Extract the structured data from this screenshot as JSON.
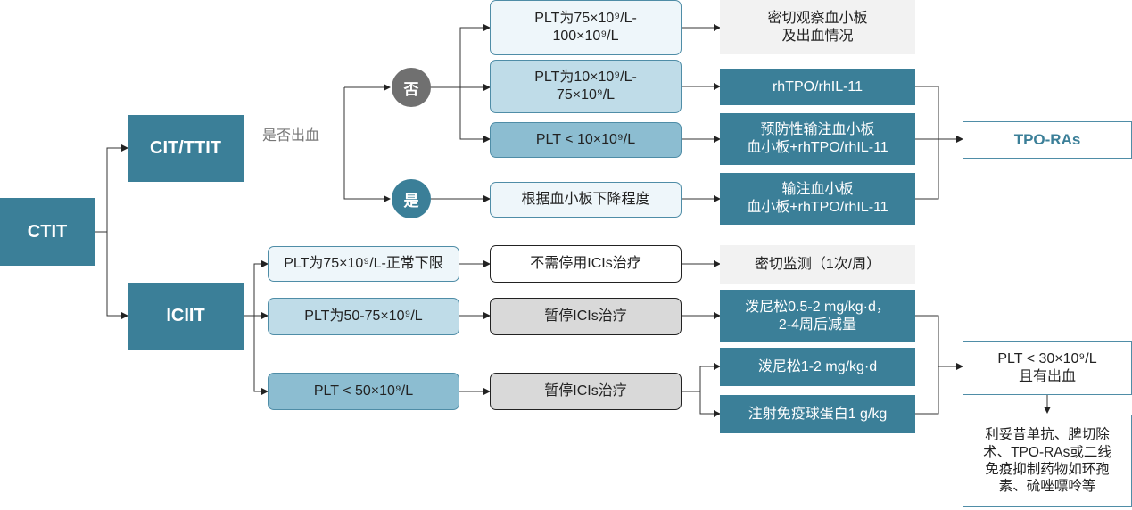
{
  "root": {
    "label": "CTIT"
  },
  "cit": {
    "label": "CIT/TTIT"
  },
  "iciit": {
    "label": "ICIIT"
  },
  "bleeding_question": "是否出血",
  "no_label": "否",
  "yes_label": "是",
  "cit_branch": {
    "plt1": {
      "l1": "PLT为75×10⁹/L-",
      "l2": "100×10⁹/L"
    },
    "plt2": {
      "l1": "PLT为10×10⁹/L-",
      "l2": "75×10⁹/L"
    },
    "plt3": "PLT < 10×10⁹/L",
    "plt4": "根据血小板下降程度",
    "act1": {
      "l1": "密切观察血小板",
      "l2": "及出血情况"
    },
    "act2": "rhTPO/rhIL-11",
    "act3": {
      "l1": "预防性输注血小板",
      "l2": "血小板+rhTPO/rhIL-11"
    },
    "act4": {
      "l1": "输注血小板",
      "l2": "血小板+rhTPO/rhIL-11"
    },
    "tpo": "TPO-RAs"
  },
  "iciit_branch": {
    "plt1": "PLT为75×10⁹/L-正常下限",
    "plt2": "PLT为50-75×10⁹/L",
    "plt3": "PLT < 50×10⁹/L",
    "ici1": "不需停用ICIs治疗",
    "ici2": "暂停ICIs治疗",
    "ici3": "暂停ICIs治疗",
    "act1": "密切监测（1次/周）",
    "act2": {
      "l1": "泼尼松0.5-2 mg/kg·d，",
      "l2": "2-4周后减量"
    },
    "act3": "泼尼松1-2 mg/kg·d",
    "act4": "注射免疫球蛋白1 g/kg",
    "severe": {
      "l1": "PLT < 30×10⁹/L",
      "l2": "且有出血"
    },
    "final": {
      "l1": "利妥昔单抗、脾切除",
      "l2": "术、TPO-RAs或二线",
      "l3": "免疫抑制药物如环孢",
      "l4": "素、硫唑嘌呤等"
    }
  }
}
